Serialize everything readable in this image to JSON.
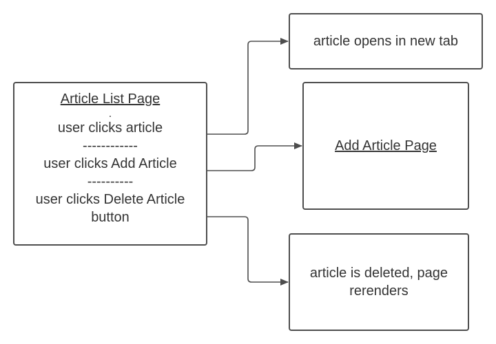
{
  "nodes": {
    "article_list": {
      "title": "Article List Page",
      "dot": ".",
      "line1": "user clicks article",
      "sep1": "------------",
      "line2": "user clicks Add Article",
      "sep2": "----------",
      "line3a": "user clicks Delete Article",
      "line3b": "button"
    },
    "new_tab": {
      "label": "article opens in new tab"
    },
    "add_article": {
      "label": "Add Article Page"
    },
    "deleted": {
      "line1": "article is deleted, page",
      "line2": "rerenders"
    }
  },
  "edges": [
    {
      "from": "user clicks article",
      "to": "article opens in new tab"
    },
    {
      "from": "user clicks Add Article",
      "to": "Add Article Page"
    },
    {
      "from": "user clicks Delete Article button",
      "to": "article is deleted, page rerenders"
    }
  ],
  "colors": {
    "stroke": "#4d4d4d",
    "text": "#333333",
    "background": "#ffffff"
  }
}
